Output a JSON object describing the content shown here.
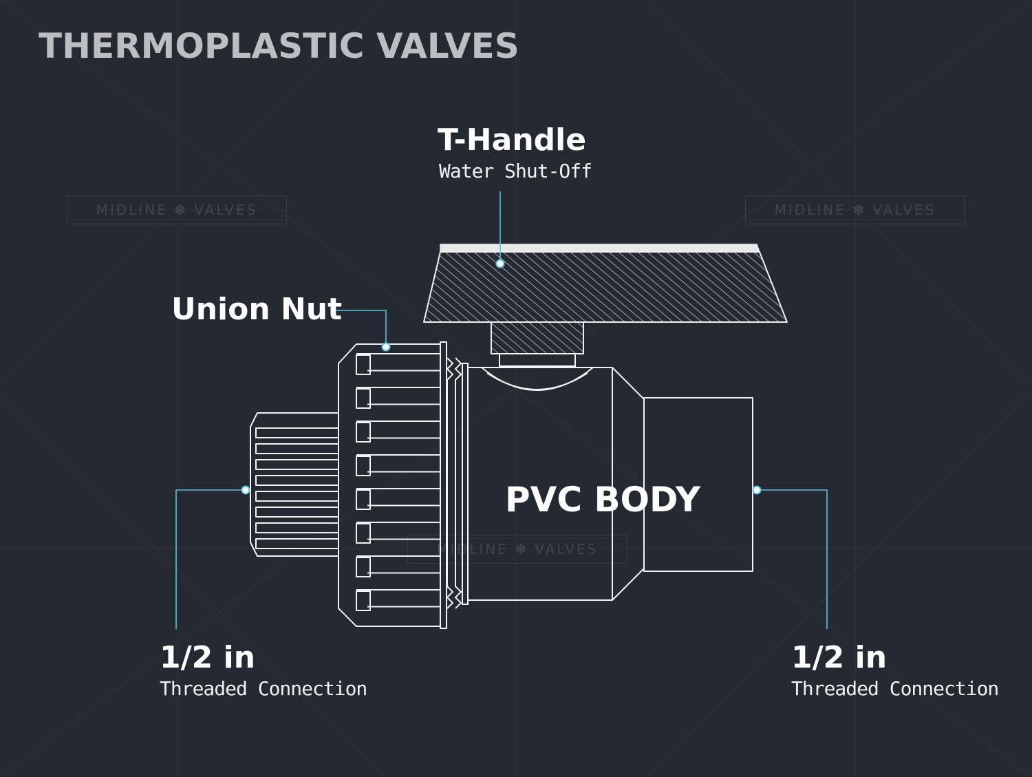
{
  "title": "THERMOPLASTIC VALVES",
  "watermark": {
    "text": "MIDLINE ✽ VALVES",
    "logo_icon": "wheel-icon"
  },
  "callouts": {
    "handle": {
      "label": "T-Handle",
      "sublabel": "Water Shut-Off"
    },
    "union_nut": {
      "label": "Union Nut"
    },
    "body": {
      "label": "PVC BODY"
    },
    "left_connection": {
      "label": "1/2 in",
      "sublabel": "Threaded Connection"
    },
    "right_connection": {
      "label": "1/2 in",
      "sublabel": "Threaded Connection"
    }
  },
  "colors": {
    "background": "#252932",
    "outline": "#f2f2f2",
    "leader": "#5fc3dc",
    "title": "#bdbec2"
  }
}
